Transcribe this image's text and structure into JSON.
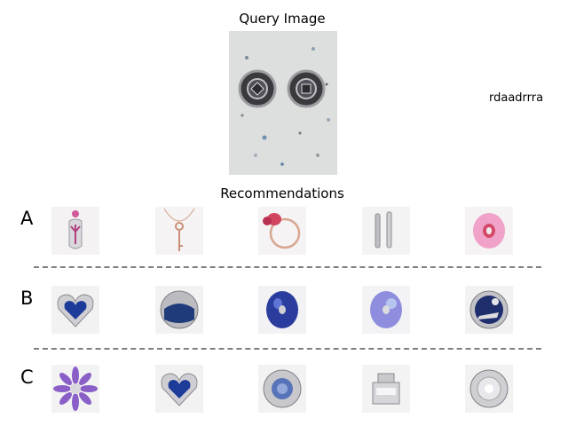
{
  "query": {
    "title": "Query Image",
    "image_icon": "earrings-image"
  },
  "side_label": "rdaadrrra",
  "recommendations": {
    "title": "Recommendations",
    "rows": [
      {
        "label": "A",
        "items": [
          "tree-of-life-charm-image",
          "key-necklace-image",
          "butterfly-ring-image",
          "hoop-earrings-image",
          "pink-murano-bead-image"
        ]
      },
      {
        "label": "B",
        "items": [
          "blue-heart-charm-image",
          "blue-night-sky-charm-image",
          "blue-faceted-bead-image",
          "lavender-faceted-bead-image",
          "genie-carpet-charm-image"
        ]
      },
      {
        "label": "C",
        "items": [
          "purple-daisy-charm-image",
          "blue-heart-charm-image",
          "blue-sparkle-charm-image",
          "happy-birthday-cake-charm-image",
          "clear-sparkle-charm-image"
        ]
      }
    ]
  }
}
